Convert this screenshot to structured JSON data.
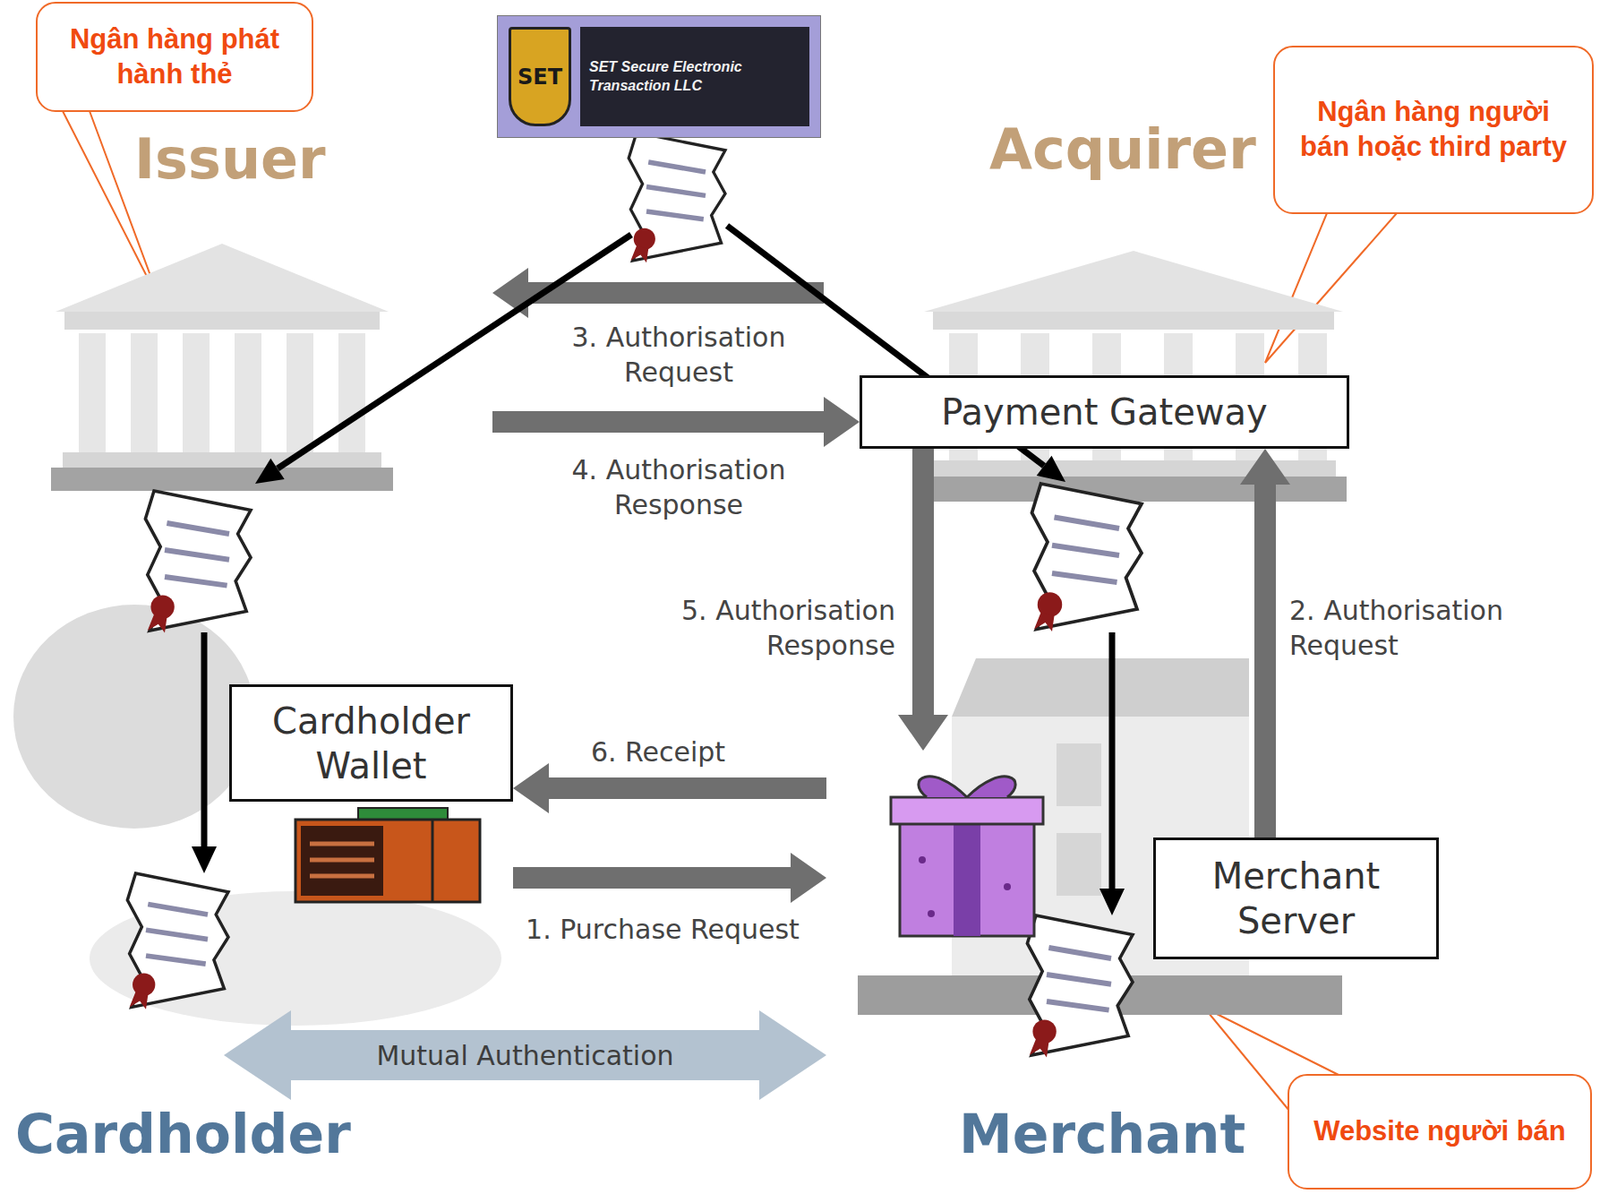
{
  "diagram": {
    "nodes": [
      {
        "text": [
          "Ngân hàng phát hành thẻ"
        ]
      },
      {
        "text": [
          "SET",
          "SET Secure Electronic Transaction LLC"
        ]
      },
      {
        "text": [
          "Issuer"
        ]
      },
      {
        "text": [
          "Acquirer"
        ]
      },
      {
        "text": [
          "Ngân hàng người bán hoặc third party"
        ]
      },
      {
        "text": [
          "Payment Gateway"
        ]
      },
      {
        "text": [
          "Cardholder Wallet"
        ]
      },
      {
        "text": [
          "Merchant Server"
        ]
      },
      {
        "text": [
          "Cardholder"
        ]
      },
      {
        "text": [
          "Merchant"
        ]
      },
      {
        "text": [
          "Website người bán"
        ]
      }
    ],
    "edges": [
      {
        "from": 6,
        "to": 9,
        "label": "1. Purchase Request",
        "arrow": "to"
      },
      {
        "from": 7,
        "to": 5,
        "label": "2. Authorisation Request",
        "arrow": "to"
      },
      {
        "from": 3,
        "to": 2,
        "label": "3. Authorisation Request",
        "arrow": "to"
      },
      {
        "from": 2,
        "to": 5,
        "label": "4. Authorisation Response",
        "arrow": "to"
      },
      {
        "from": 5,
        "to": 9,
        "label": "5. Authorisation Response",
        "arrow": "to"
      },
      {
        "from": 9,
        "to": 6,
        "label": "6. Receipt",
        "arrow": "to"
      },
      {
        "from": 8,
        "to": 9,
        "label": "Mutual Authentication",
        "arrow": "both"
      }
    ]
  }
}
